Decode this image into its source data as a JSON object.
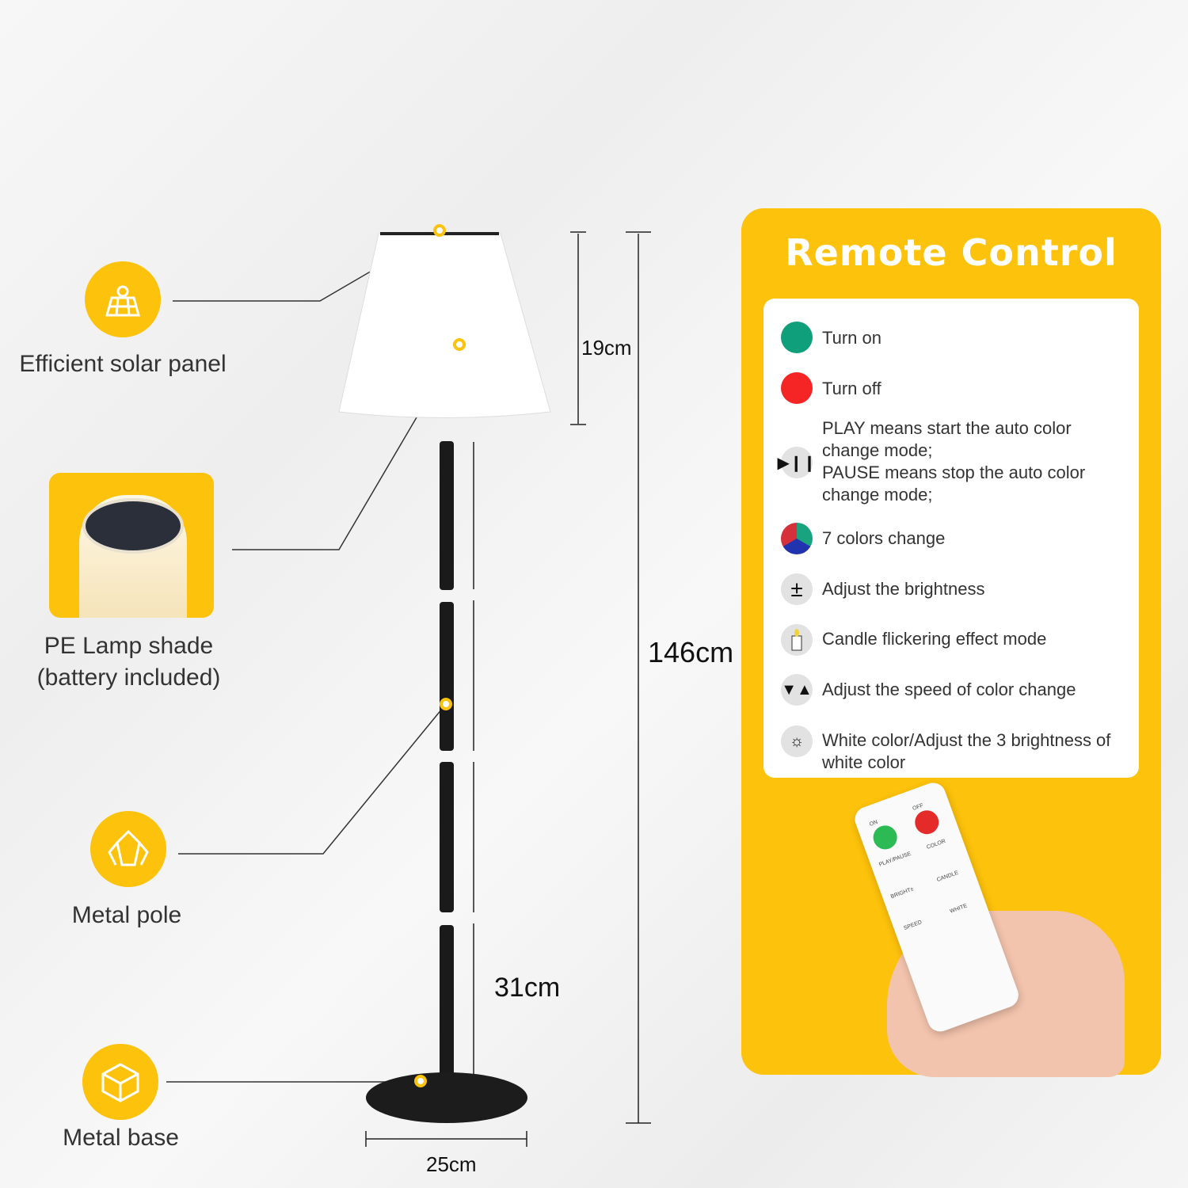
{
  "features": [
    {
      "label": "Efficient solar panel",
      "icon": "solar-panel-icon"
    },
    {
      "label": "PE Lamp shade\n(battery included)",
      "line1": "PE Lamp shade",
      "line2": "(battery included)",
      "icon": "lamp-shade-photo"
    },
    {
      "label": "Metal pole",
      "icon": "crystal-icon"
    },
    {
      "label": "Metal base",
      "icon": "cube-icon"
    }
  ],
  "dimensions": {
    "shade": "19cm",
    "total": "146cm",
    "segment": "31cm",
    "base": "25cm"
  },
  "remote": {
    "title": "Remote Control",
    "items": [
      {
        "icon": "green-dot-icon",
        "color": "#0f9f7a",
        "text": "Turn on"
      },
      {
        "icon": "red-dot-icon",
        "color": "#f52525",
        "text": "Turn off"
      },
      {
        "icon": "play-pause-icon",
        "text": "PLAY means start the auto color change mode;\nPAUSE means stop the auto color change mode;",
        "line1": "PLAY means start the auto color",
        "line2": "change mode;",
        "line3": "PAUSE means stop the auto color",
        "line4": "change mode;"
      },
      {
        "icon": "color-wheel-icon",
        "text": "7 colors change"
      },
      {
        "icon": "plus-minus-icon",
        "text": "Adjust the brightness"
      },
      {
        "icon": "candle-icon",
        "text": "Candle flickering effect mode"
      },
      {
        "icon": "speed-icon",
        "text": "Adjust the speed of color change"
      },
      {
        "icon": "light-bulb-icon",
        "text": "White color/Adjust the 3 brightness of white color"
      }
    ],
    "device_labels": {
      "on": "ON",
      "off": "OFF",
      "play": "PLAY/PAUSE",
      "color": "COLOR",
      "bright": "BRIGHT±",
      "candle": "CANDLE",
      "speed": "SPEED",
      "white": "WHITE"
    }
  },
  "colors": {
    "accent": "#fdc20b"
  }
}
